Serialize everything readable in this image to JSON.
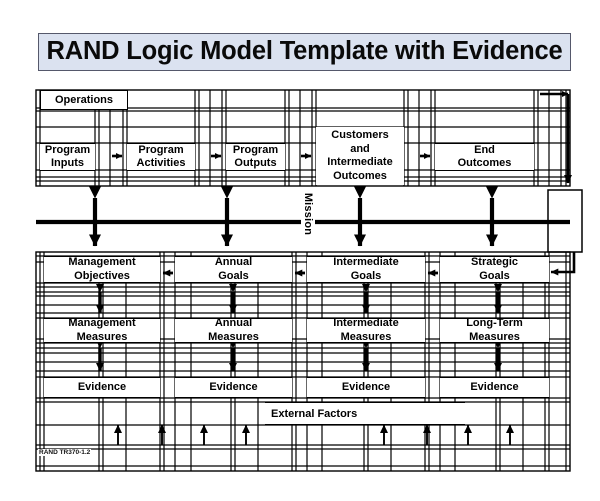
{
  "title": "RAND Logic Model Template with Evidence",
  "title_bg": "#dbe2f0",
  "line_color": "#000000",
  "operations": {
    "label": "Operations"
  },
  "top_row": {
    "boxes": [
      {
        "lines": [
          "Program",
          "Inputs"
        ]
      },
      {
        "lines": [
          "Program",
          "Activities"
        ]
      },
      {
        "lines": [
          "Program",
          "Outputs"
        ]
      },
      {
        "lines": [
          "Customers",
          "and",
          "Intermediate",
          "Outcomes"
        ]
      },
      {
        "lines": [
          "End",
          "Outcomes"
        ]
      }
    ],
    "connector": "right-arrow"
  },
  "mission": {
    "label": "Mission",
    "arrow": "double-vertical-arrow",
    "count": 4
  },
  "goals_row": {
    "boxes": [
      {
        "lines": [
          "Management",
          "Objectives"
        ]
      },
      {
        "lines": [
          "Annual",
          "Goals"
        ]
      },
      {
        "lines": [
          "Intermediate",
          "Goals"
        ]
      },
      {
        "lines": [
          "Strategic",
          "Goals"
        ]
      }
    ],
    "connector": "left-arrow"
  },
  "measures_row": {
    "boxes": [
      {
        "lines": [
          "Management",
          "Measures"
        ]
      },
      {
        "lines": [
          "Annual",
          "Measures"
        ]
      },
      {
        "lines": [
          "Intermediate",
          "Measures"
        ]
      },
      {
        "lines": [
          "Long-Term",
          "Measures"
        ]
      }
    ],
    "connector": "double-vertical-arrow"
  },
  "evidence_row": {
    "boxes": [
      {
        "lines": [
          "Evidence"
        ]
      },
      {
        "lines": [
          "Evidence"
        ]
      },
      {
        "lines": [
          "Evidence"
        ]
      },
      {
        "lines": [
          "Evidence"
        ]
      }
    ],
    "connector": "down-arrow"
  },
  "external_factors": {
    "label": "External Factors",
    "arrow": "up-arrow",
    "count": 8
  },
  "footer": {
    "tag": "RAND TR370-1.2"
  },
  "feedback_loop": {
    "description": "end-outcomes-to-strategic-goals"
  }
}
